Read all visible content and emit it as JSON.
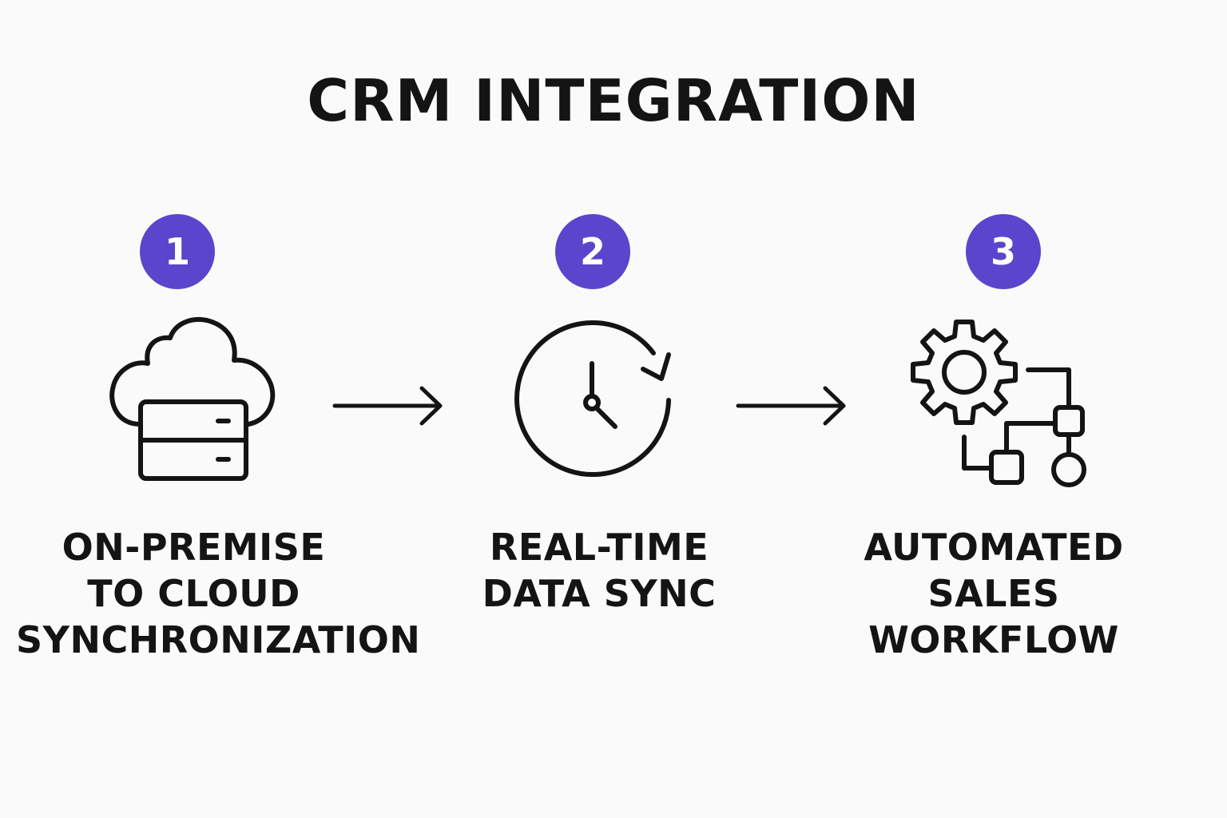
{
  "title": "CRM INTEGRATION",
  "accent_color": "#5b45cc",
  "steps": [
    {
      "number": "1",
      "icon": "cloud-server-icon",
      "label_lines": [
        "ON-PREMISE",
        "TO CLOUD",
        "SYNCHRONIZATION"
      ]
    },
    {
      "number": "2",
      "icon": "clock-sync-icon",
      "label_lines": [
        "REAL-TIME",
        "DATA SYNC"
      ]
    },
    {
      "number": "3",
      "icon": "gear-workflow-icon",
      "label_lines": [
        "AUTOMATED",
        "SALES",
        "WORKFLOW"
      ]
    }
  ],
  "connectors": [
    "arrow-right-icon",
    "arrow-right-icon"
  ]
}
